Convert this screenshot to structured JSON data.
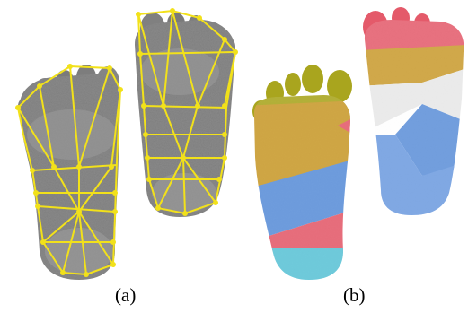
{
  "captions": {
    "a": "(a)",
    "b": "(b)"
  },
  "colors": {
    "foot_gray": "#8c8c8c",
    "foot_gray_dark": "#5a5a5a",
    "mesh_yellow": "#f2e11a",
    "seg_olive": "#a9a51e",
    "seg_orange": "#c99a2c",
    "seg_blue": "#5b8fd9",
    "seg_red": "#e45a6a",
    "seg_cyan": "#5cc3d6",
    "seg_white": "#e8e8e8"
  },
  "icons": [
    "foot-mesh-left",
    "foot-mesh-right",
    "foot-segmented-left",
    "foot-segmented-right"
  ]
}
